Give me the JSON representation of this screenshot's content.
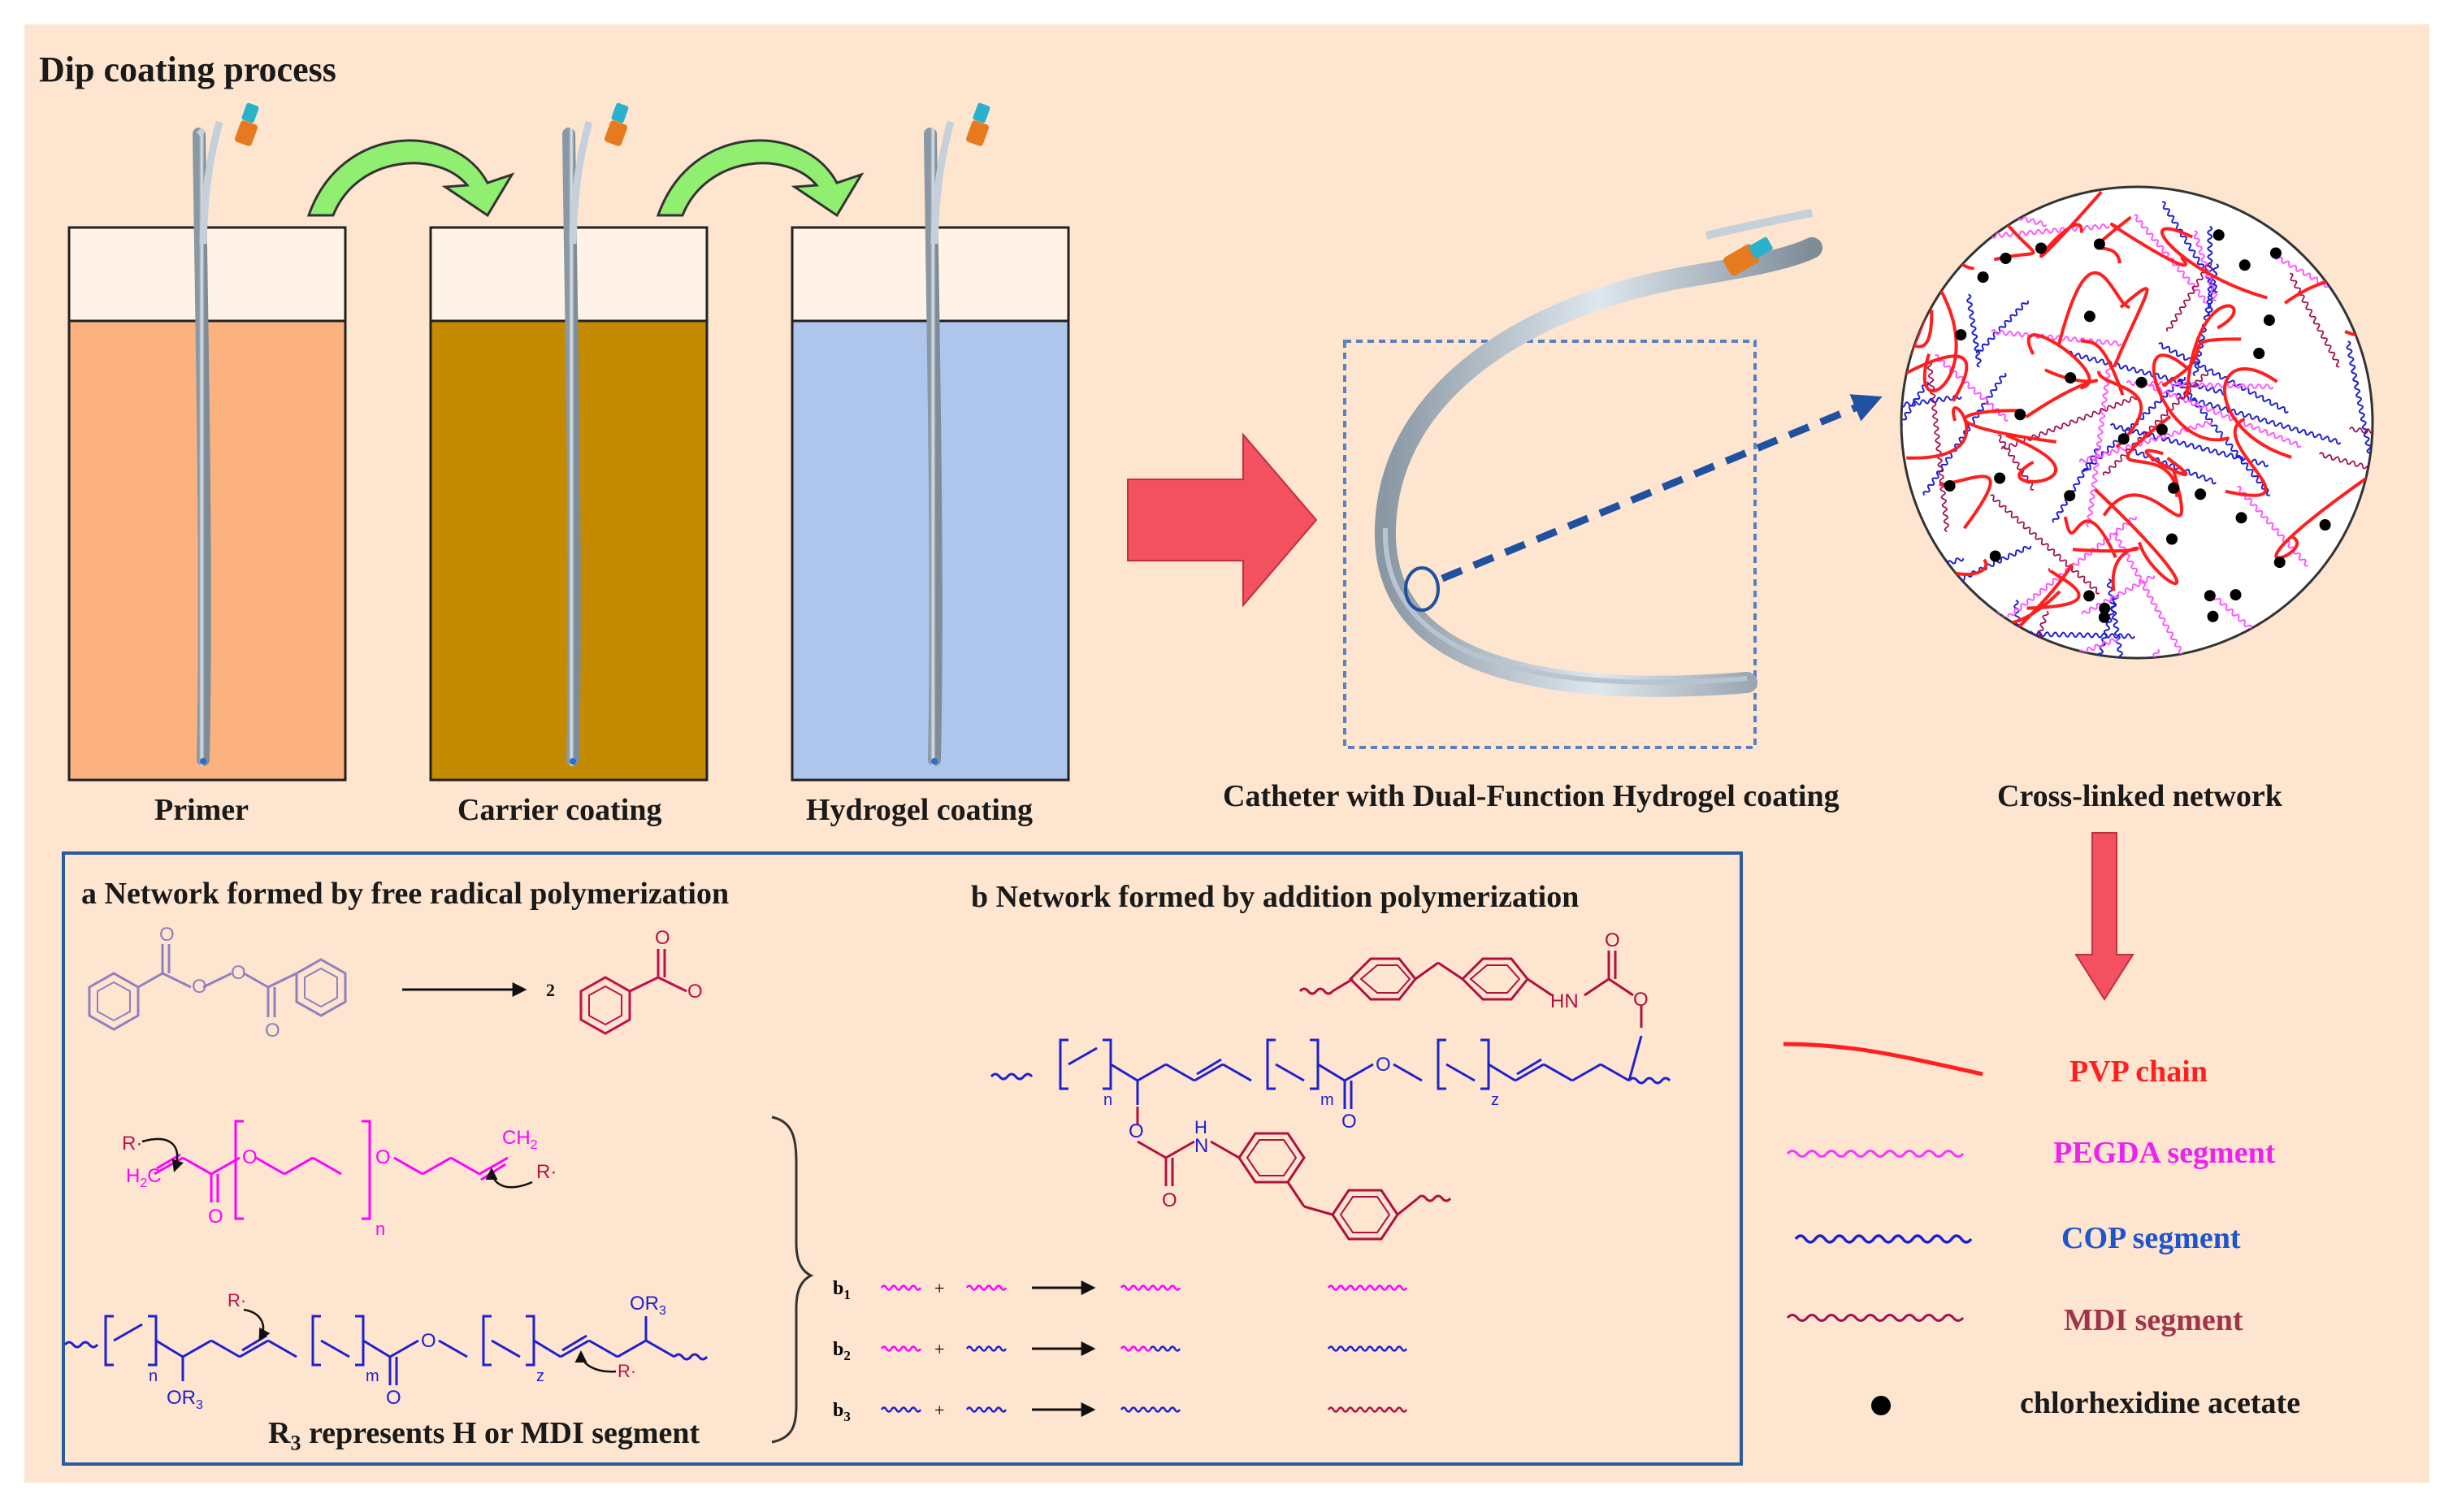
{
  "title": "Dip coating process",
  "tanks": [
    {
      "label": "Primer",
      "liquid_color": "#fcb27f"
    },
    {
      "label": "Carrier coating",
      "liquid_color": "#c48a00"
    },
    {
      "label": "Hydrogel coating",
      "liquid_color": "#aec6ec"
    }
  ],
  "catheter_label": "Catheter with Dual-Function Hydrogel coating",
  "network_label": "Cross-linked network",
  "panel_a": {
    "title": "a  Network formed by free radical polymerization",
    "stoich": "2",
    "r3_note": "R3 represents H or MDI segment",
    "b_items": [
      "b1",
      "b2",
      "b3"
    ],
    "chem_labels": {
      "r_radical": "R·",
      "h2c": "H2C",
      "ch2": "CH2",
      "n": "n",
      "m": "m",
      "z": "z",
      "or3_top": "OR3",
      "or3_bottom": "OR3",
      "o": "O",
      "plus": "+"
    }
  },
  "panel_b": {
    "title": "b  Network formed by addition polymerization",
    "chem_labels": {
      "hn": "HN",
      "nh": "H",
      "n_atom": "N"
    }
  },
  "legend": [
    {
      "label": "PVP chain",
      "color": "#ff1f1f",
      "text_color": "#ff1f1f"
    },
    {
      "label": "PEGDA segment",
      "color": "#ff33ff",
      "text_color": "#ee22ee"
    },
    {
      "label": "COP segment",
      "color": "#1f1fcf",
      "text_color": "#1f55cc"
    },
    {
      "label": "MDI segment",
      "color": "#a01050",
      "text_color": "#a0344a"
    },
    {
      "label": "chlorhexidine acetate",
      "color": "#000000",
      "text_color": "#1a1a1a"
    }
  ],
  "colors": {
    "background": "#fde5cf",
    "arrow_green": "#90ee70",
    "arrow_red": "#f35060",
    "dashed_blue": "#2050a0",
    "panel_border": "#2a5aa0",
    "peroxide": "#9080c0",
    "radical": "#c0104a",
    "pegda": "#ff00ff",
    "cop": "#2020d0",
    "mdi": "#b01040"
  }
}
